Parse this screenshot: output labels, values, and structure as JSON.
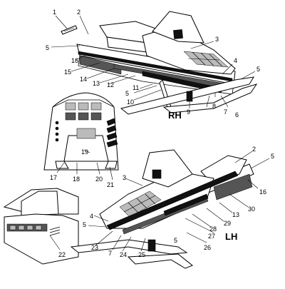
{
  "diagram": {
    "side_labels": {
      "rh": "RH",
      "lh": "LH"
    },
    "callouts": {
      "n1": "1",
      "n2a": "2",
      "n3a": "3",
      "n4a": "4",
      "n5a": "5",
      "n5b": "5",
      "n5c": "5",
      "n6": "6",
      "n7a": "7",
      "n8": "8",
      "n9": "9",
      "n10": "10",
      "n11": "11",
      "n12": "12",
      "n13a": "13",
      "n14": "14",
      "n15": "15",
      "n16a": "16",
      "n17": "17",
      "n18": "18",
      "n19": "19",
      "n20": "20",
      "n21": "21",
      "n22": "22",
      "n2b": "2",
      "n5d": "5",
      "n16b": "16",
      "n30": "30",
      "n13b": "13",
      "n29": "29",
      "n3b": "3",
      "n4b": "4",
      "n5e": "5",
      "n5f": "5",
      "n28": "28",
      "n27": "27",
      "n23": "23",
      "n7b": "7",
      "n24": "24",
      "n25": "25",
      "n26": "26"
    }
  }
}
